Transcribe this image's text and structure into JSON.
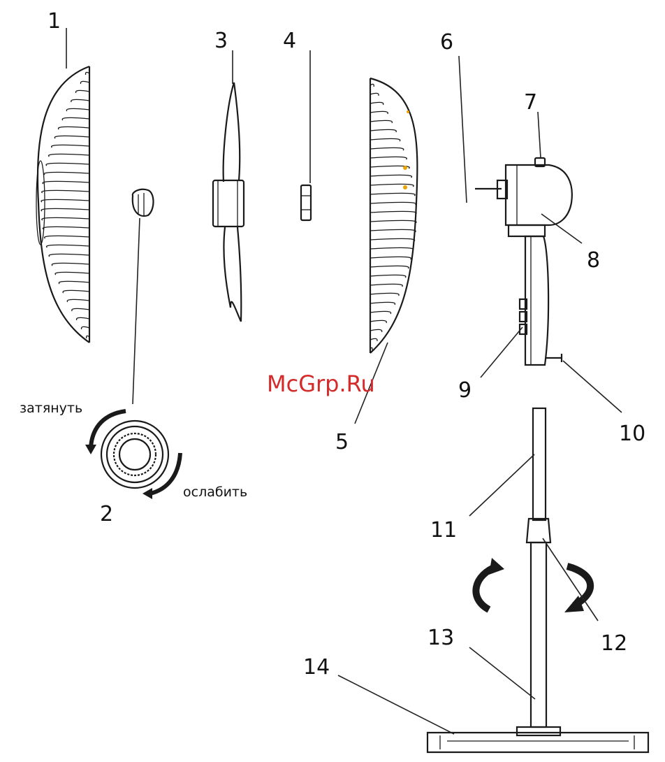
{
  "parts": [
    {
      "id": "1",
      "label": "1"
    },
    {
      "id": "2",
      "label": "2"
    },
    {
      "id": "3",
      "label": "3"
    },
    {
      "id": "4",
      "label": "4"
    },
    {
      "id": "5",
      "label": "5"
    },
    {
      "id": "6",
      "label": "6"
    },
    {
      "id": "7",
      "label": "7"
    },
    {
      "id": "8",
      "label": "8"
    },
    {
      "id": "9",
      "label": "9"
    },
    {
      "id": "10",
      "label": "10"
    },
    {
      "id": "11",
      "label": "11"
    },
    {
      "id": "12",
      "label": "12"
    },
    {
      "id": "13",
      "label": "13"
    },
    {
      "id": "14",
      "label": "14"
    }
  ],
  "annotations": {
    "tighten": "затянуть",
    "loosen": "ослабить"
  },
  "watermark": "McGrp.Ru"
}
